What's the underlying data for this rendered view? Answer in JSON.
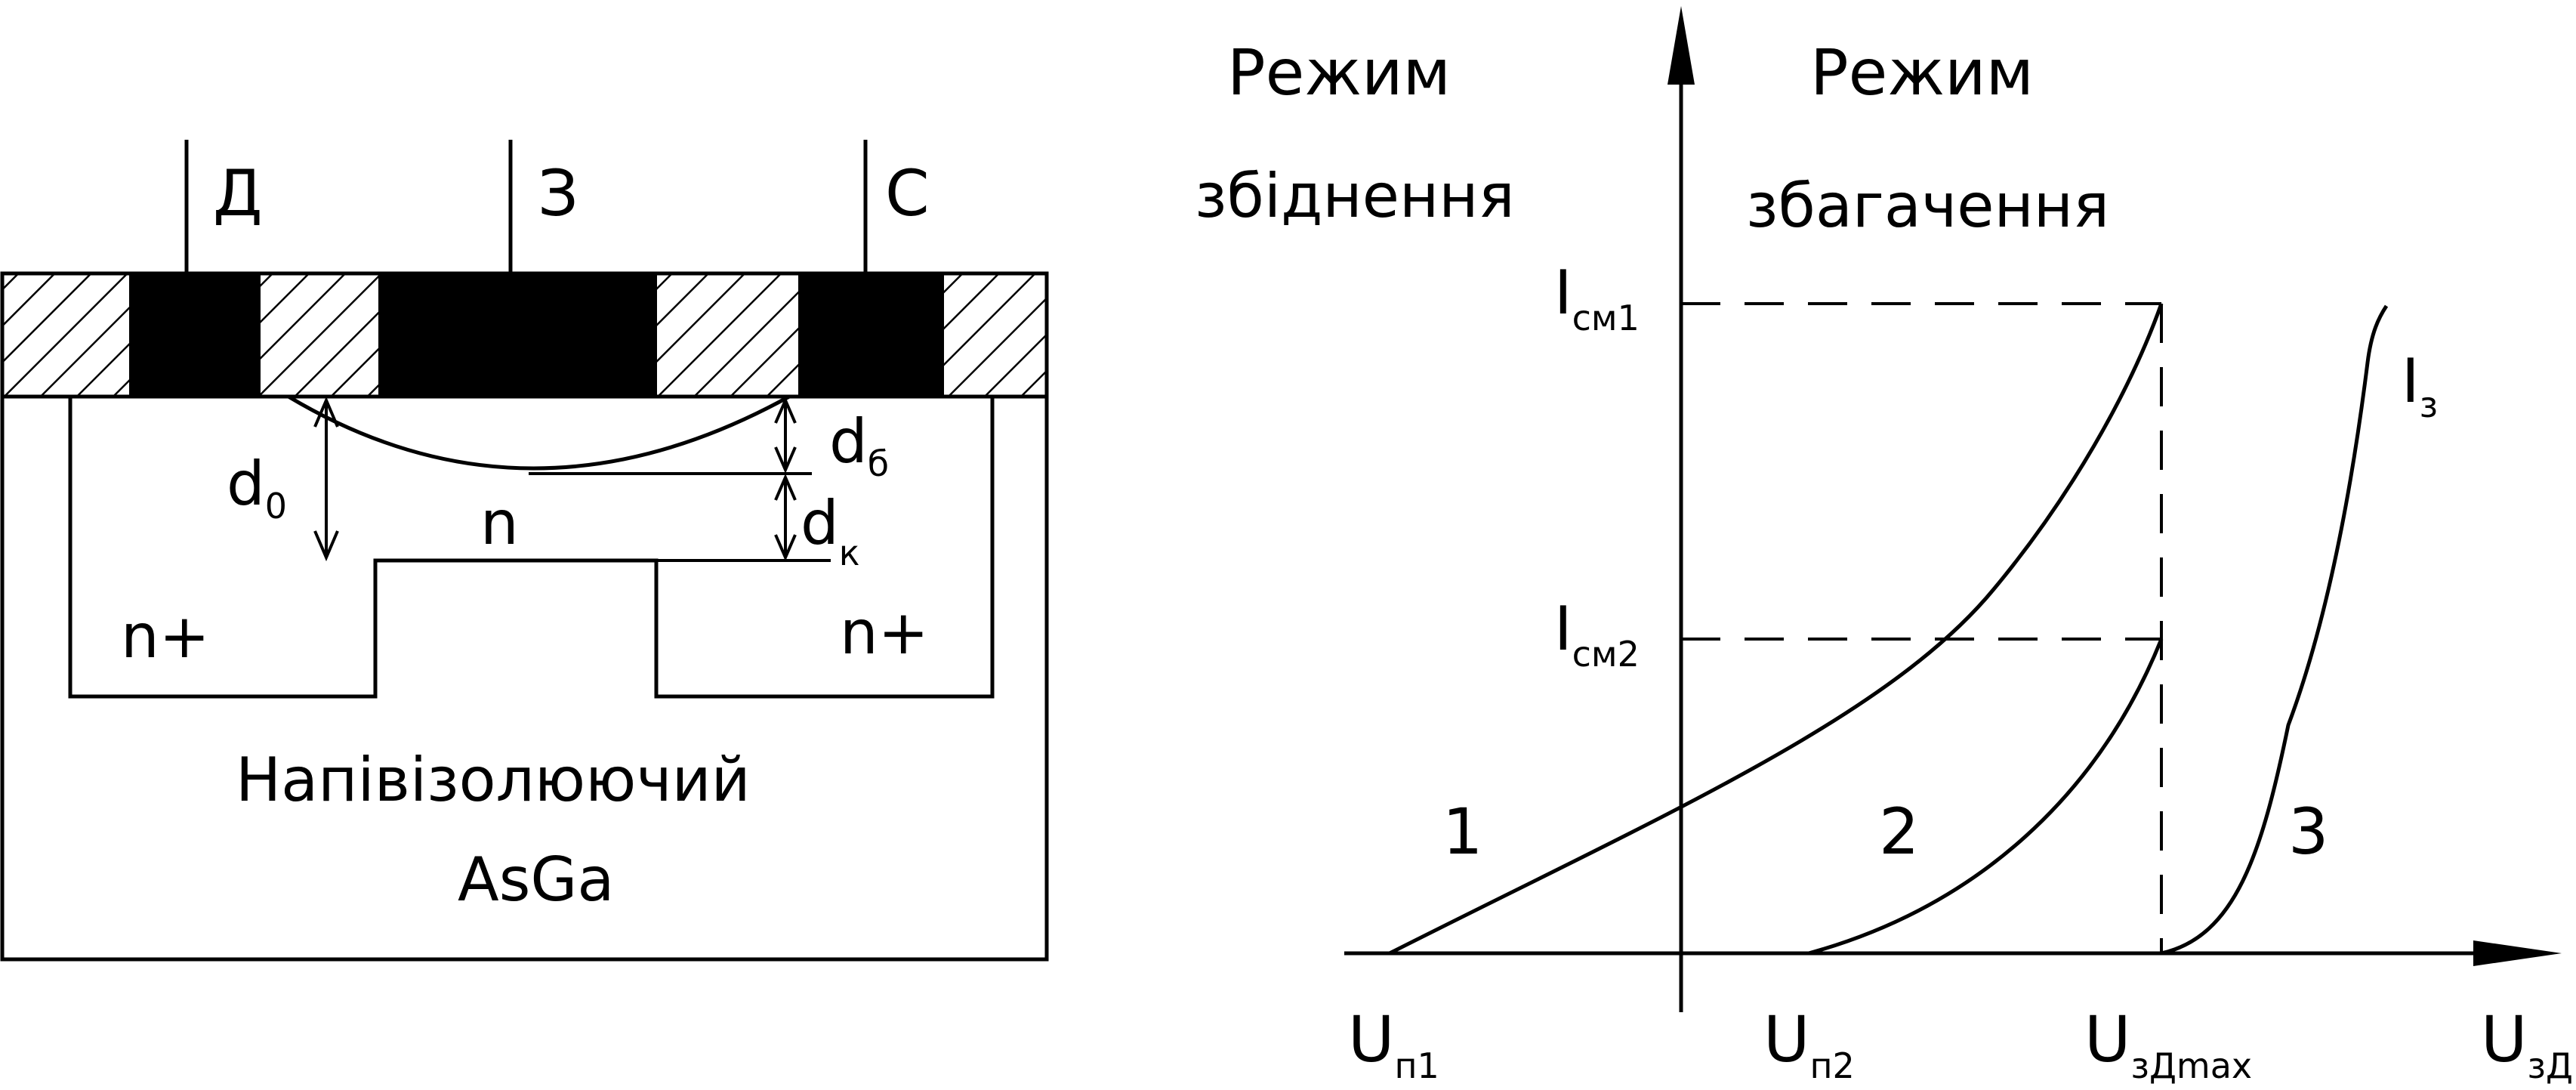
{
  "left_figure": {
    "terminal_drain": "Д",
    "terminal_gate": "З",
    "terminal_source": "С",
    "label_d0": "d",
    "label_d0_sub": "0",
    "label_db": "d",
    "label_db_sub": "б",
    "label_dk": "d",
    "label_dk_sub": "к",
    "label_channel": "n",
    "label_nplus_left": "n+",
    "label_nplus_right": "n+",
    "substrate_line1": "Напівізолюючий",
    "substrate_line2": "AsGa"
  },
  "right_figure": {
    "mode_depletion_line1": "Режим",
    "mode_depletion_line2": "збіднення",
    "mode_enhancement_line1": "Режим",
    "mode_enhancement_line2": "збагачення",
    "ic1_main": "I",
    "ic1_sub": "см1",
    "ic2_main": "I",
    "ic2_sub": "см2",
    "iz_main": "I",
    "iz_sub": "з",
    "curve1_label": "1",
    "curve2_label": "2",
    "curve3_label": "3",
    "up1_main": "U",
    "up1_sub": "п1",
    "up2_main": "U",
    "up2_sub": "п2",
    "uzmax_main": "U",
    "uzmax_sub": "зДmax",
    "uzd_main": "U",
    "uzd_sub": "зД"
  }
}
